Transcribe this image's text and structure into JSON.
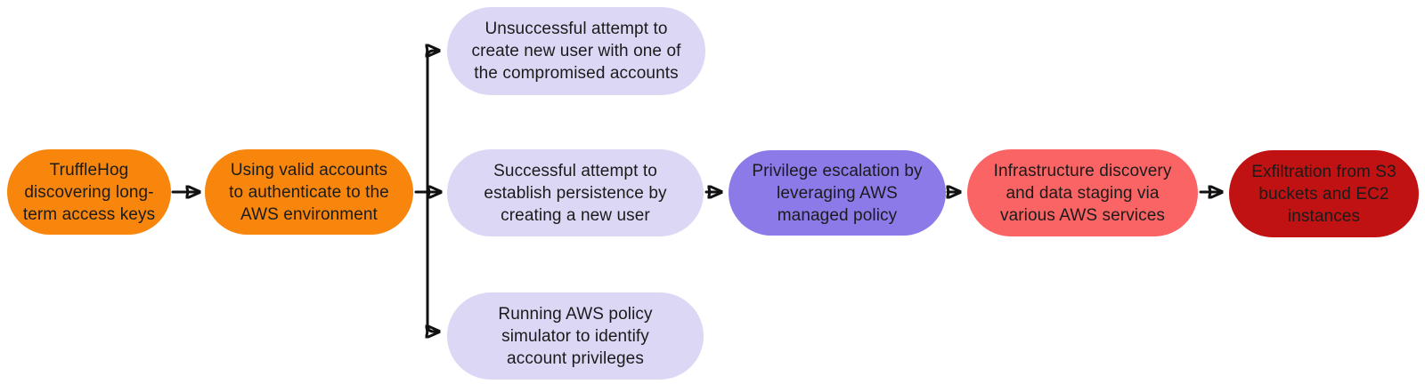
{
  "diagram": {
    "type": "attack-flowchart",
    "background_color": "#ffffff",
    "arrow_color": "#111111",
    "text_color": "#1b1b1b",
    "nodes": [
      {
        "id": "trufflehog-discovery",
        "label": "TruffleHog\ndiscovering long-\nterm access keys",
        "color": "#F8860D"
      },
      {
        "id": "valid-accounts-auth",
        "label": "Using valid accounts\nto authenticate to the\nAWS environment",
        "color": "#F8860D"
      },
      {
        "id": "unsuccessful-user-creation",
        "label": "Unsuccessful attempt to\ncreate new user with one of\nthe compromised accounts",
        "color": "#DDD7F6"
      },
      {
        "id": "persistence-new-user",
        "label": "Successful attempt to\nestablish persistence by\ncreating a new user",
        "color": "#DDD7F6"
      },
      {
        "id": "policy-simulator",
        "label": "Running AWS policy\nsimulator to identify\naccount privileges",
        "color": "#DDD7F6"
      },
      {
        "id": "privilege-escalation",
        "label": "Privilege escalation by\nleveraging AWS\nmanaged policy",
        "color": "#8B7AE8"
      },
      {
        "id": "infrastructure-discovery",
        "label": "Infrastructure discovery\nand data staging via\nvarious AWS services",
        "color": "#FB6464"
      },
      {
        "id": "exfiltration",
        "label": "Exfiltration from S3\nbuckets and EC2\ninstances",
        "color": "#C01212"
      }
    ],
    "edges": [
      {
        "from": "trufflehog-discovery",
        "to": "valid-accounts-auth"
      },
      {
        "from": "valid-accounts-auth",
        "to": "unsuccessful-user-creation"
      },
      {
        "from": "valid-accounts-auth",
        "to": "persistence-new-user"
      },
      {
        "from": "valid-accounts-auth",
        "to": "policy-simulator"
      },
      {
        "from": "persistence-new-user",
        "to": "privilege-escalation"
      },
      {
        "from": "privilege-escalation",
        "to": "infrastructure-discovery"
      },
      {
        "from": "infrastructure-discovery",
        "to": "exfiltration"
      }
    ]
  }
}
